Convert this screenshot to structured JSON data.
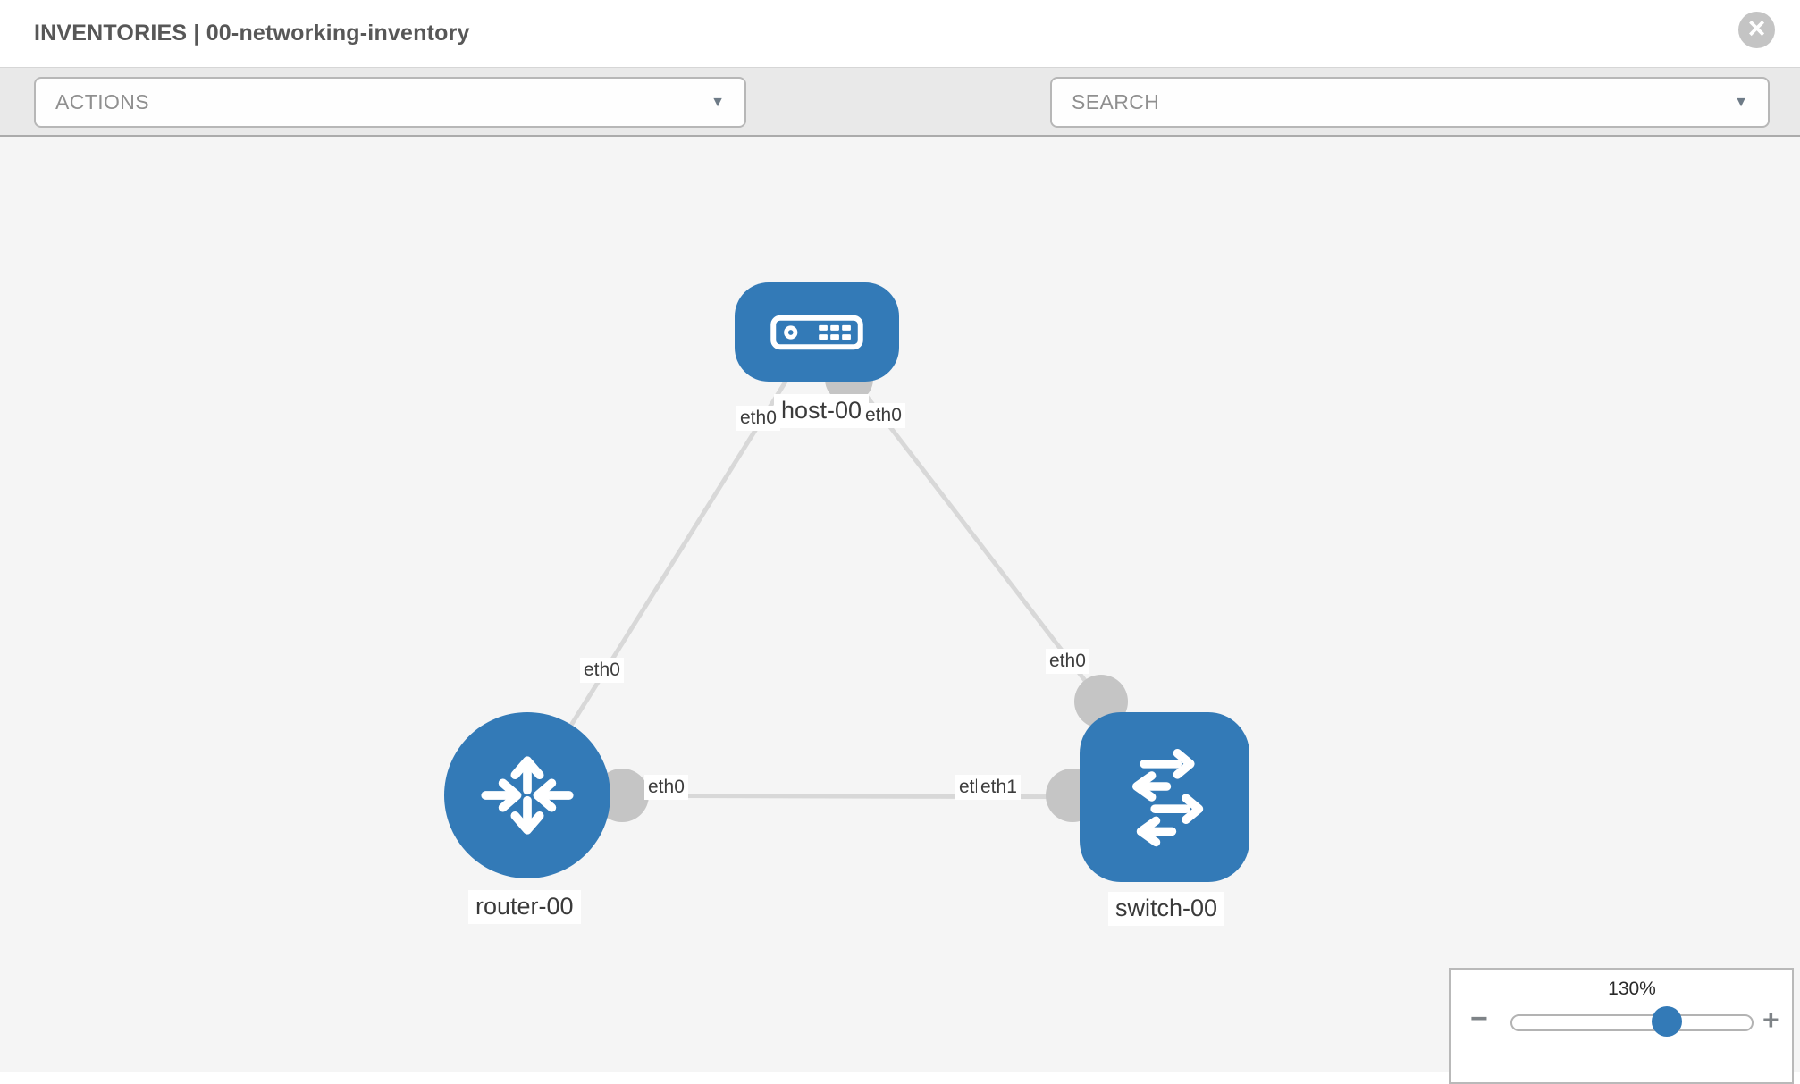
{
  "header": {
    "title": "INVENTORIES | 00-networking-inventory"
  },
  "toolbar": {
    "actions_label": "ACTIONS",
    "search_label": "SEARCH"
  },
  "icons": {
    "caret_down_glyph": "▼",
    "close_glyph": "×",
    "toolbar_icons": [
      "wrench-icon",
      "key-icon"
    ]
  },
  "diagram": {
    "nodes": [
      {
        "label": "host-00",
        "type": "host",
        "icon": "host-icon"
      },
      {
        "label": "router-00",
        "type": "router",
        "icon": "router-icon"
      },
      {
        "label": "switch-00",
        "type": "switch",
        "icon": "switch-icon"
      }
    ],
    "links": [
      {
        "from": "host-00",
        "from_port": "eth0",
        "to": "router-00",
        "to_port": "eth0"
      },
      {
        "from": "host-00",
        "from_port": "eth0",
        "to": "switch-00",
        "to_port": "eth0"
      },
      {
        "from": "router-00",
        "from_port": "eth0",
        "to": "switch-00",
        "to_port": "eth1",
        "to_port_overlapped": "eth0"
      }
    ]
  },
  "zoom_control": {
    "value": "130%",
    "minus_label": "−",
    "plus_label": "+"
  },
  "colors": {
    "accent_blue": "#337ab7",
    "link_gray": "#d8d8d8",
    "port_gray": "#c5c5c5",
    "toolbar_bg": "#e9e9e9",
    "canvas_bg": "#f5f5f5"
  }
}
